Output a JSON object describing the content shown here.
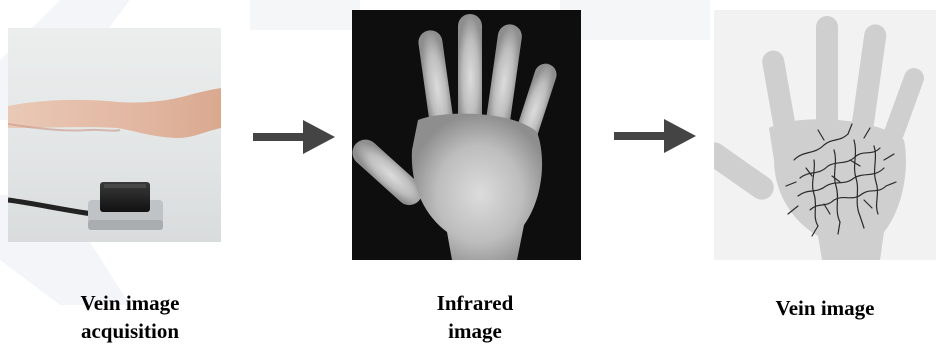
{
  "steps": [
    {
      "caption_line1": "Vein image",
      "caption_line2": "acquisition"
    },
    {
      "caption_line1": "Infrared",
      "caption_line2": "image"
    },
    {
      "caption_line1": "Vein image",
      "caption_line2": ""
    }
  ],
  "icons": {
    "arrow": "right-arrow-icon",
    "scanner_photo": "palm-scanner-photo",
    "infrared_photo": "infrared-hand-image",
    "vein_drawing": "hand-vein-diagram"
  },
  "colors": {
    "arrow": "#444444",
    "vein": "#2a2a2a",
    "hand_silhouette": "#cfcfcf",
    "infrared_background": "#0e0e0e",
    "watermark": "#f1f3f6"
  }
}
